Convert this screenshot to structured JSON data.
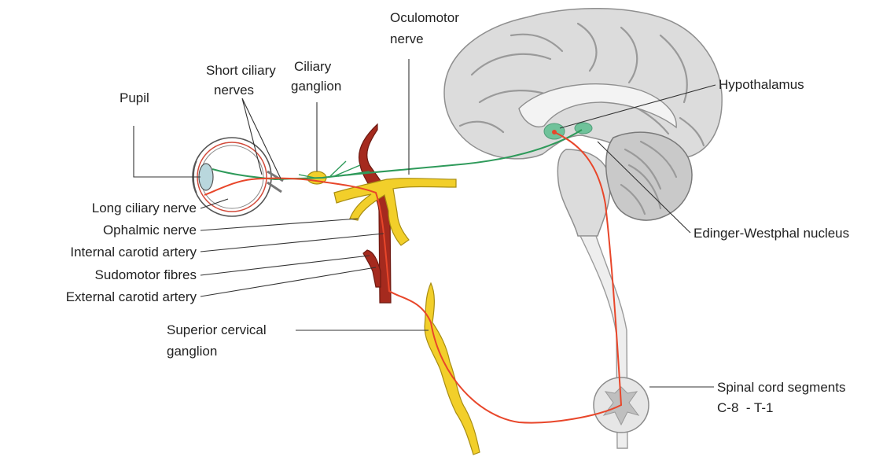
{
  "labels": {
    "oculomotor": [
      "Oculomotor",
      "nerve"
    ],
    "short_ciliary": [
      "Short ciliary",
      "nerves"
    ],
    "ciliary_ganglion": [
      "Ciliary",
      "ganglion"
    ],
    "pupil": "Pupil",
    "hypothalamus": "Hypothalamus",
    "long_ciliary": "Long ciliary nerve",
    "ophalmic": "Ophalmic nerve",
    "internal_carotid": "Internal carotid artery",
    "sudomotor": "Sudomotor fibres",
    "external_carotid": "External carotid artery",
    "edinger": "Edinger-Westphal nucleus",
    "superior_cervical": [
      "Superior cervical",
      "ganglion"
    ],
    "spinal_cord": [
      "Spinal cord segments",
      "C-8  - T-1"
    ]
  },
  "colors": {
    "sympathetic_pathway": "#e8462a",
    "parasympathetic_pathway": "#2e9a5a",
    "artery": "#a52a1e",
    "nerve_trunk": "#f2cf2a",
    "brain": "#d9d9d9",
    "nucleus": "#6fc29a"
  }
}
